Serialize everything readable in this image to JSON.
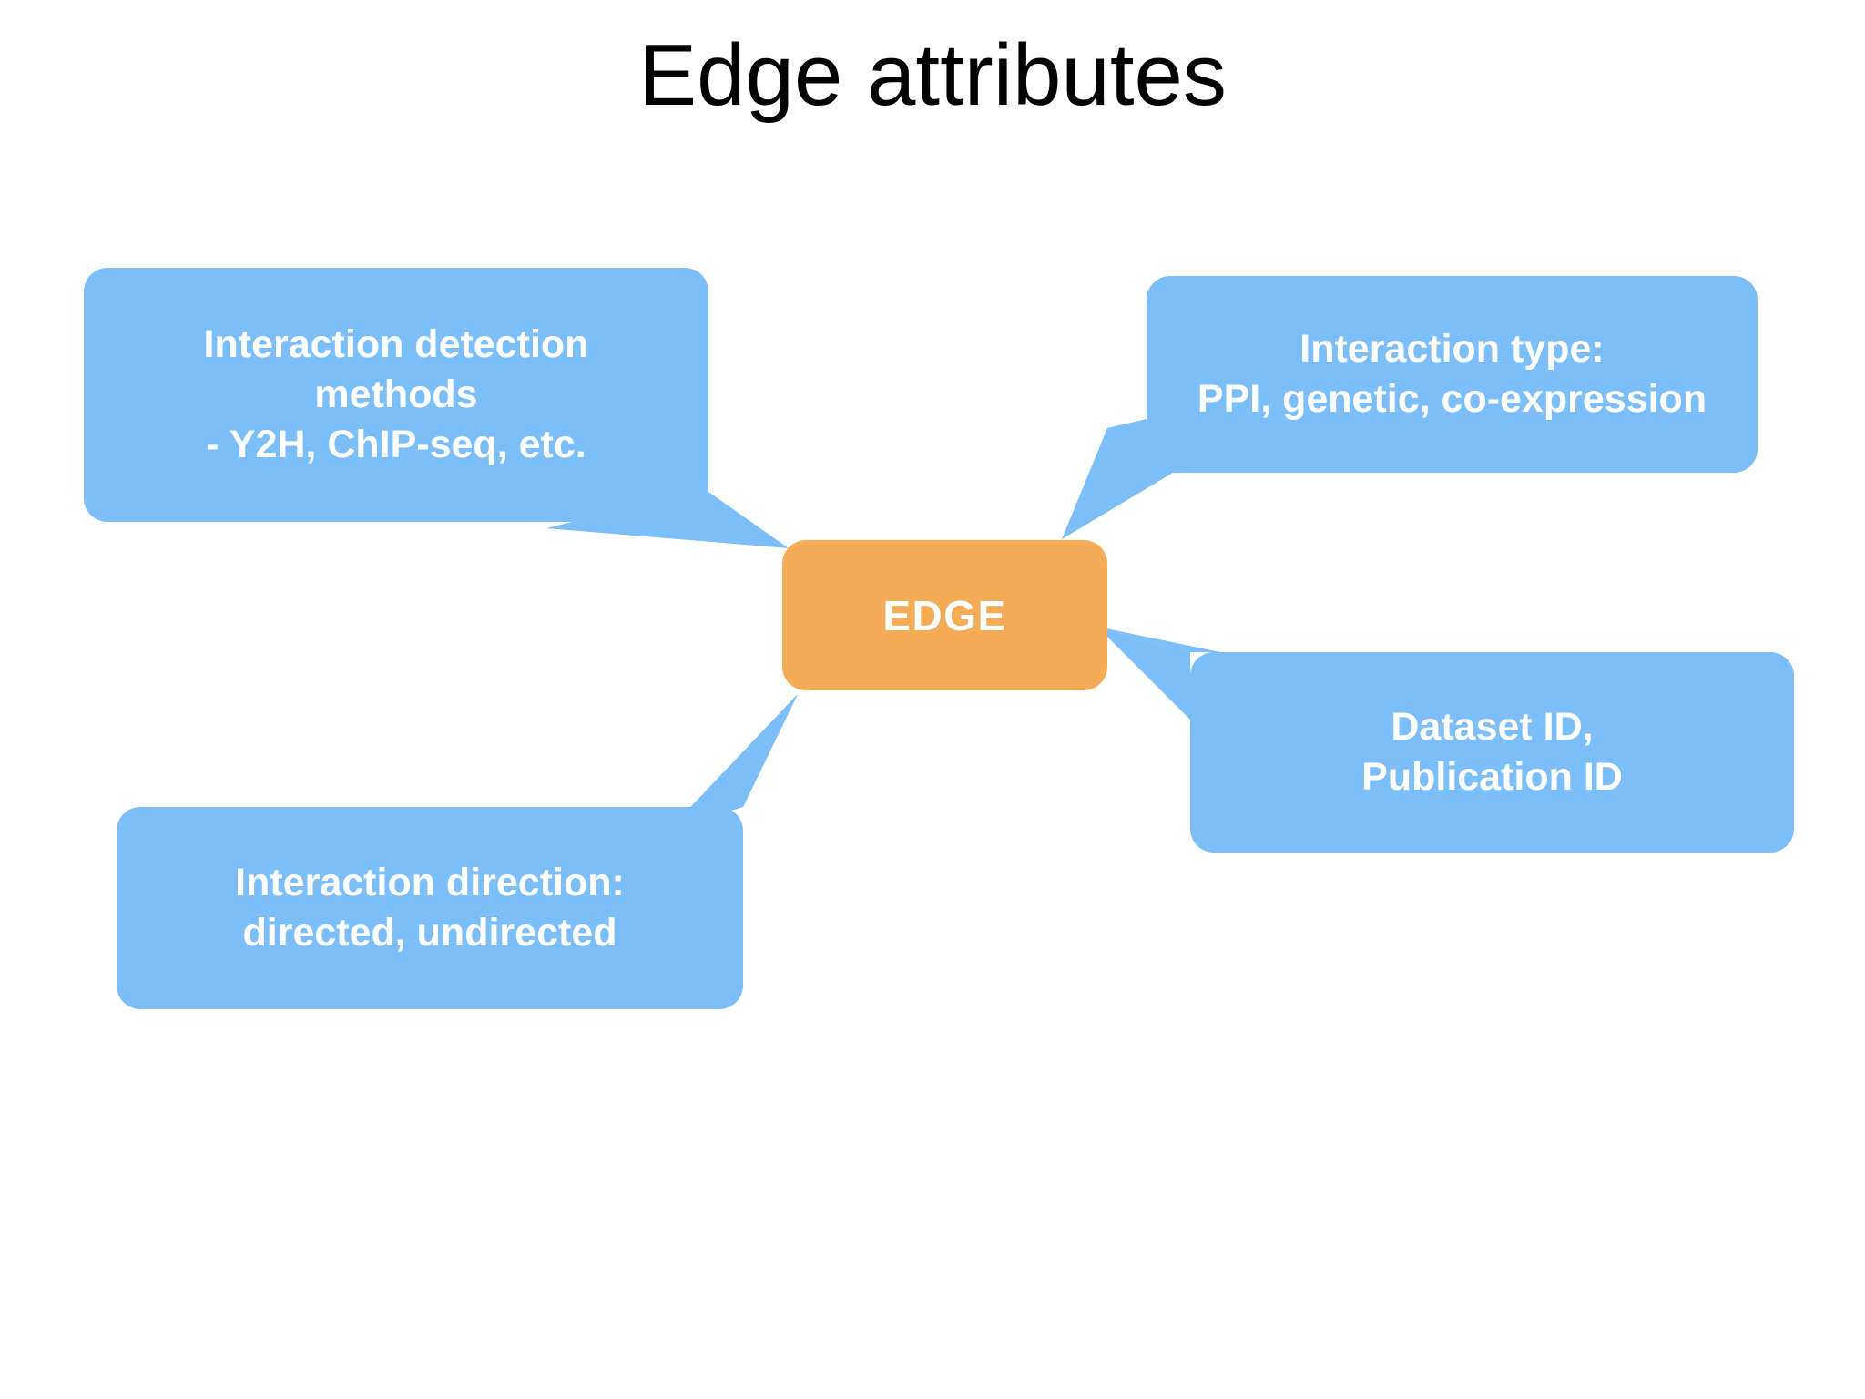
{
  "slide": {
    "title": "Edge attributes",
    "background_color": "#ffffff",
    "title_color": "#000000"
  },
  "palette": {
    "callout_blue": "#7BBEFA",
    "center_orange": "#F4AC56",
    "text_white": "#ffffff"
  },
  "center_node": {
    "label": "EDGE",
    "color": "#F4AC56",
    "text_color": "#ffffff"
  },
  "callouts": [
    {
      "id": "detection-methods",
      "text": "Interaction detection\nmethods\n- Y2H, ChIP-seq, etc.",
      "position": "top-left",
      "tail_points_to": "edge-top-left",
      "color": "#7BBEFA"
    },
    {
      "id": "interaction-type",
      "text": "Interaction type:\nPPI, genetic, co-expression",
      "position": "top-right",
      "tail_points_to": "edge-top-right",
      "color": "#7BBEFA"
    },
    {
      "id": "dataset-publication",
      "text": "Dataset ID,\nPublication ID",
      "position": "right",
      "tail_points_to": "edge-right",
      "color": "#7BBEFA"
    },
    {
      "id": "interaction-direction",
      "text": "Interaction direction:\ndirected, undirected",
      "position": "bottom-left",
      "tail_points_to": "edge-bottom",
      "color": "#7BBEFA"
    }
  ]
}
